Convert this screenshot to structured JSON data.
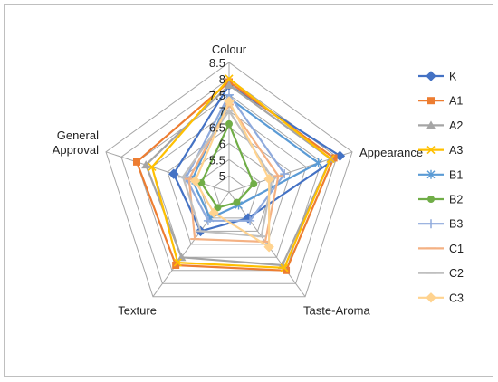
{
  "chart_data": {
    "type": "radar",
    "axes": [
      "Colour",
      "Appearance",
      "Taste-Aroma",
      "Texture",
      "General Approval"
    ],
    "axis_label_lines": [
      [
        "Colour"
      ],
      [
        "Appearance"
      ],
      [
        "Taste-Aroma"
      ],
      [
        "Texture"
      ],
      [
        "General",
        "Approval"
      ]
    ],
    "rlim": [
      4.5,
      8.5
    ],
    "ticks": [
      "5",
      "5.5",
      "6",
      "6.5",
      "7",
      "7.5",
      "8",
      "8.5"
    ],
    "tick_values": [
      5,
      5.5,
      6,
      6.5,
      7,
      7.5,
      8,
      8.5
    ],
    "grid": true,
    "legend_position": "right",
    "series": [
      {
        "name": "K",
        "color": "#4472C4",
        "marker": "diamond",
        "values": [
          7.8,
          8.1,
          5.5,
          6.0,
          6.3
        ]
      },
      {
        "name": "A1",
        "color": "#ED7D31",
        "marker": "square",
        "values": [
          7.9,
          7.9,
          7.5,
          7.3,
          7.5
        ]
      },
      {
        "name": "A2",
        "color": "#A5A5A5",
        "marker": "triangle",
        "values": [
          7.8,
          7.8,
          7.3,
          7.0,
          7.2
        ]
      },
      {
        "name": "A3",
        "color": "#FFC000",
        "marker": "x",
        "values": [
          8.0,
          7.8,
          7.4,
          7.2,
          7.0
        ]
      },
      {
        "name": "B1",
        "color": "#5B9BD5",
        "marker": "star",
        "values": [
          7.4,
          7.4,
          5.0,
          5.5,
          5.7
        ]
      },
      {
        "name": "B2",
        "color": "#70AD47",
        "marker": "circle",
        "values": [
          6.6,
          5.3,
          4.9,
          5.1,
          5.4
        ]
      },
      {
        "name": "B3",
        "color": "#8FAADC",
        "marker": "plus",
        "values": [
          7.5,
          6.3,
          5.6,
          5.6,
          5.9
        ]
      },
      {
        "name": "C1",
        "color": "#F4B183",
        "marker": "dash",
        "values": [
          7.2,
          6.1,
          6.4,
          6.3,
          5.8
        ]
      },
      {
        "name": "C2",
        "color": "#BFBFBF",
        "marker": "dash",
        "values": [
          7.0,
          5.9,
          6.2,
          6.0,
          6.0
        ]
      },
      {
        "name": "C3",
        "color": "#FFD38F",
        "marker": "diamond",
        "values": [
          7.3,
          5.8,
          6.6,
          5.3,
          5.6
        ]
      }
    ]
  }
}
